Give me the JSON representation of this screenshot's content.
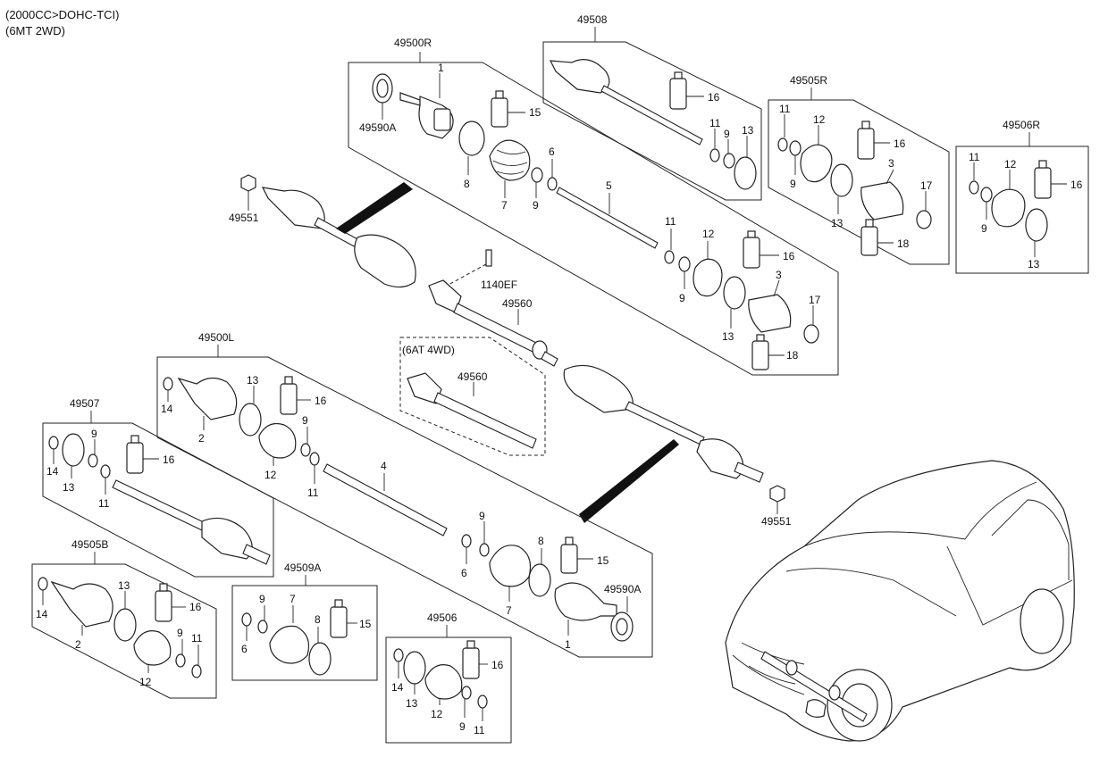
{
  "header": {
    "engine": "(2000CC>DOHC-TCI)",
    "trans": "(6MT 2WD)"
  },
  "groups": {
    "g49500R": "49500R",
    "g49508": "49508",
    "g49505R": "49505R",
    "g49506R": "49506R",
    "g49500L": "49500L",
    "g49507": "49507",
    "g49505B": "49505B",
    "g49509A": "49509A",
    "g49506": "49506",
    "g49560": "49560",
    "g49560b": "49560",
    "variant": "(6AT 4WD)"
  },
  "callouts": {
    "c49590A": "49590A",
    "c49590A_b": "49590A",
    "c49551": "49551",
    "c49551_b": "49551",
    "c1140EF": "1140EF",
    "n1": "1",
    "n2": "2",
    "n3": "3",
    "n4": "4",
    "n5": "5",
    "n6": "6",
    "n7": "7",
    "n8": "8",
    "n9": "9",
    "n11": "11",
    "n12": "12",
    "n13": "13",
    "n14": "14",
    "n15": "15",
    "n16": "16",
    "n17": "17",
    "n18": "18"
  }
}
